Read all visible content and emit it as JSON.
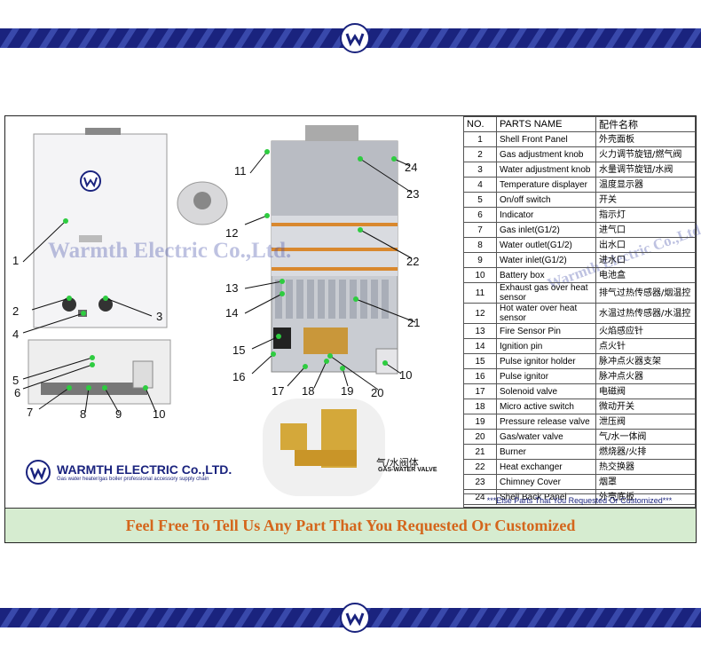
{
  "header_band": {
    "logo": "ww-logo-icon",
    "color": "#1a237e"
  },
  "footer_band": {
    "logo": "ww-logo-icon",
    "color": "#1a237e"
  },
  "watermark": {
    "left": "Warmth Electric Co.,Ltd.",
    "right": "Warmth Electric Co.,Ltd."
  },
  "brand": {
    "name": "WARMTH ELECTRIC Co.,LTD.",
    "tagline": "Gas water heater/gas boiler professional accessory supply chain"
  },
  "callouts": [
    "1",
    "2",
    "3",
    "4",
    "5",
    "6",
    "7",
    "8",
    "9",
    "10",
    "11",
    "12",
    "13",
    "14",
    "15",
    "16",
    "17",
    "18",
    "19",
    "20",
    "21",
    "22",
    "23",
    "24"
  ],
  "valve": {
    "cn": "气/水阀体",
    "en": "GAS-WATER VALVE"
  },
  "table": {
    "headers": {
      "no": "NO.",
      "en": "PARTS NAME",
      "cn": "配件名称"
    },
    "rows": [
      {
        "no": "1",
        "en": "Shell Front Panel",
        "cn": "外壳面板"
      },
      {
        "no": "2",
        "en": "Gas adjustment knob",
        "cn": "火力调节旋钮/燃气阀"
      },
      {
        "no": "3",
        "en": "Water adjustment knob",
        "cn": "水量调节旋钮/水阀"
      },
      {
        "no": "4",
        "en": "Temperature displayer",
        "cn": "温度显示器"
      },
      {
        "no": "5",
        "en": "On/off switch",
        "cn": "开关"
      },
      {
        "no": "6",
        "en": "Indicator",
        "cn": "指示灯"
      },
      {
        "no": "7",
        "en": "Gas inlet(G1/2)",
        "cn": "进气口"
      },
      {
        "no": "8",
        "en": "Water outlet(G1/2)",
        "cn": "出水口"
      },
      {
        "no": "9",
        "en": "Water inlet(G1/2)",
        "cn": "进水口"
      },
      {
        "no": "10",
        "en": "Battery box",
        "cn": "电池盒"
      },
      {
        "no": "11",
        "en": "Exhaust gas over heat sensor",
        "cn": "排气过热传感器/烟温控"
      },
      {
        "no": "12",
        "en": "Hot water over heat sensor",
        "cn": "水温过热传感器/水温控"
      },
      {
        "no": "13",
        "en": "Fire Sensor Pin",
        "cn": "火焰感应针"
      },
      {
        "no": "14",
        "en": "Ignition pin",
        "cn": "点火针"
      },
      {
        "no": "15",
        "en": "Pulse ignitor holder",
        "cn": "脉冲点火器支架"
      },
      {
        "no": "16",
        "en": "Pulse ignitor",
        "cn": "脉冲点火器"
      },
      {
        "no": "17",
        "en": "Solenoid valve",
        "cn": "电磁阀"
      },
      {
        "no": "18",
        "en": "Micro active switch",
        "cn": "微动开关"
      },
      {
        "no": "19",
        "en": "Pressure release valve",
        "cn": "泄压阀"
      },
      {
        "no": "20",
        "en": "Gas/water valve",
        "cn": "气/水一体阀"
      },
      {
        "no": "21",
        "en": "Burner",
        "cn": "燃烧器/火排"
      },
      {
        "no": "22",
        "en": "Heat exchanger",
        "cn": "热交换器"
      },
      {
        "no": "23",
        "en": "Chimney Cover",
        "cn": "烟罩"
      },
      {
        "no": "24",
        "en": "Shell Back Panel",
        "cn": "外壳底板"
      }
    ],
    "note": "***Else Parts That You Requested Or Customized***"
  },
  "footer": {
    "text": "Feel Free To Tell Us Any Part That You Requested Or Customized",
    "color": "#d4661c",
    "background": "#d6ecd0"
  }
}
